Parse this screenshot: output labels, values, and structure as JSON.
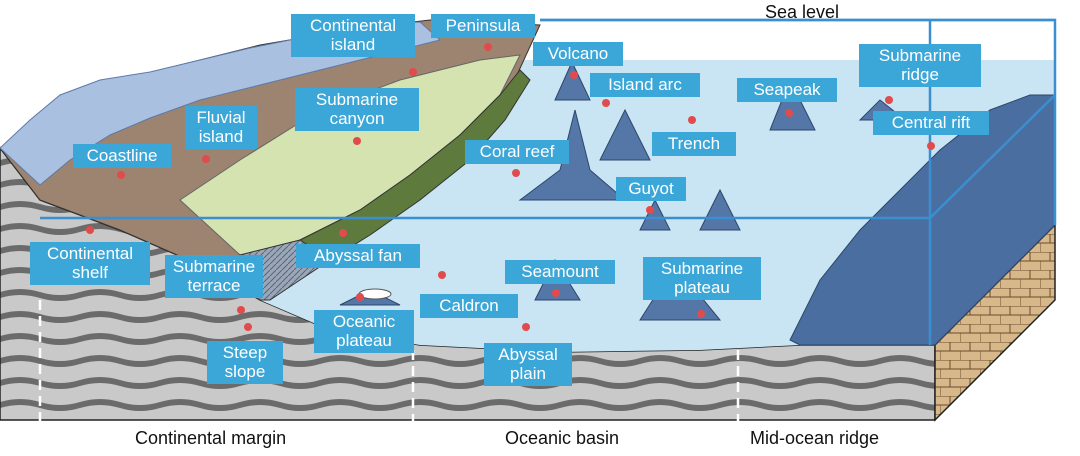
{
  "labels": {
    "continental_island": "Continental\nisland",
    "peninsula": "Peninsula",
    "volcano": "Volcano",
    "island_arc": "Island arc",
    "seapeak": "Seapeak",
    "submarine_ridge": "Submarine\nridge",
    "central_rift": "Central rift",
    "fluvial_island": "Fluvial\nisland",
    "submarine_canyon": "Submarine\ncanyon",
    "trench": "Trench",
    "coastline": "Coastline",
    "coral_reef": "Coral reef",
    "guyot": "Guyot",
    "continental_shelf": "Continental\nshelf",
    "submarine_terrace": "Submarine\nterrace",
    "abyssal_fan": "Abyssal fan",
    "seamount": "Seamount",
    "submarine_plateau": "Submarine\nplateau",
    "caldron": "Caldron",
    "oceanic_plateau": "Oceanic\nplateau",
    "steep_slope": "Steep\nslope",
    "abyssal_plain": "Abyssal\nplain"
  },
  "sea_level": "Sea level",
  "regions": {
    "continental_margin": "Continental margin",
    "oceanic_basin": "Oceanic basin",
    "mid_ocean_ridge": "Mid-ocean ridge"
  },
  "colors": {
    "label_bg": "#3ba7d8",
    "water": "#c9e4f3",
    "deep_water": "#b6d8ee",
    "land_brown": "#9c8470",
    "land_green": "#d4e3b0",
    "land_dark_green": "#5e7a3c",
    "mountain_blue": "#7f9ccb",
    "seamount_blue": "#5577a8",
    "crust_tan": "#d7b88a",
    "strata_dark": "#6b6b6b",
    "strata_light": "#c9c9c9",
    "frame_blue": "#3b8fd0",
    "marker_red": "#e24b4b"
  }
}
